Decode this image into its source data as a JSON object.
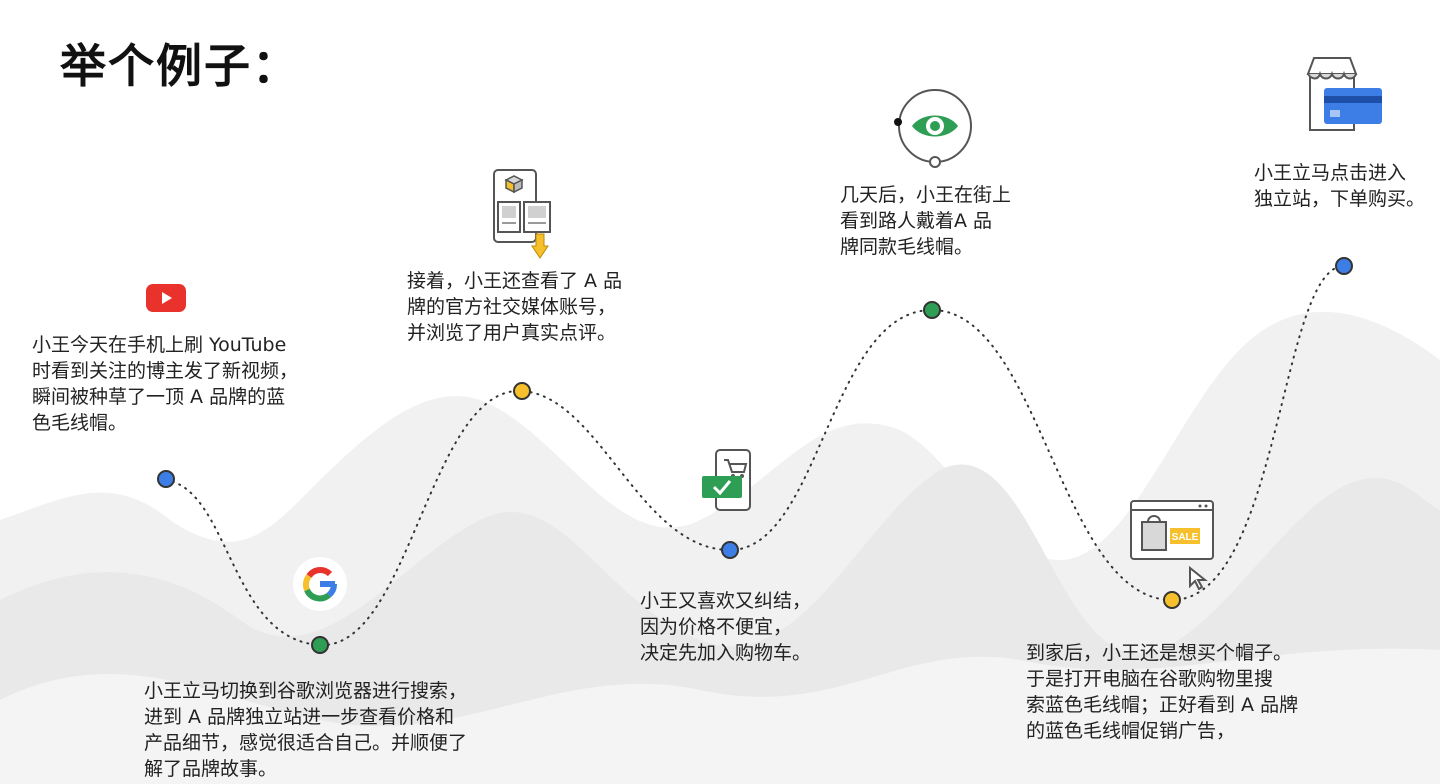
{
  "title": "举个例子：",
  "colors": {
    "blue": "#3d7ee6",
    "green": "#2f9e55",
    "yellow": "#f5c02b",
    "red": "#e8322b",
    "mountain": "#eeeeee"
  },
  "steps": [
    {
      "icon": "youtube-icon",
      "dot_color": "blue",
      "lines": [
        "小王今天在手机上刷 YouTube",
        "时看到关注的博主发了新视频，",
        "瞬间被种草了一顶 A 品牌的蓝",
        "色毛线帽。"
      ]
    },
    {
      "icon": "google-icon",
      "dot_color": "green",
      "lines": [
        "小王立马切换到谷歌浏览器进行搜索，",
        "进到 A 品牌独立站进一步查看价格和",
        "产品细节，感觉很适合自己。并顺便了",
        "解了品牌故事。"
      ]
    },
    {
      "icon": "social-media-review-icon",
      "dot_color": "yellow",
      "lines": [
        "接着，小王还查看了 A 品",
        "牌的官方社交媒体账号，",
        "并浏览了用户真实点评。"
      ]
    },
    {
      "icon": "mobile-cart-icon",
      "dot_color": "blue",
      "lines": [
        "小王又喜欢又纠结，",
        "因为价格不便宜，",
        "决定先加入购物车。"
      ]
    },
    {
      "icon": "eye-icon",
      "dot_color": "green",
      "lines": [
        "几天后，小王在街上",
        "看到路人戴着A 品",
        "牌同款毛线帽。"
      ]
    },
    {
      "icon": "browser-sale-icon",
      "dot_color": "yellow",
      "lines": [
        "到家后，小王还是想买个帽子。",
        "于是打开电脑在谷歌购物里搜",
        "索蓝色毛线帽；正好看到 A 品牌",
        "的蓝色毛线帽促销广告，"
      ]
    },
    {
      "icon": "store-card-icon",
      "dot_color": "blue",
      "lines": [
        "小王立马点击进入",
        "独立站，下单购买。"
      ]
    }
  ],
  "sale_badge": "SALE"
}
